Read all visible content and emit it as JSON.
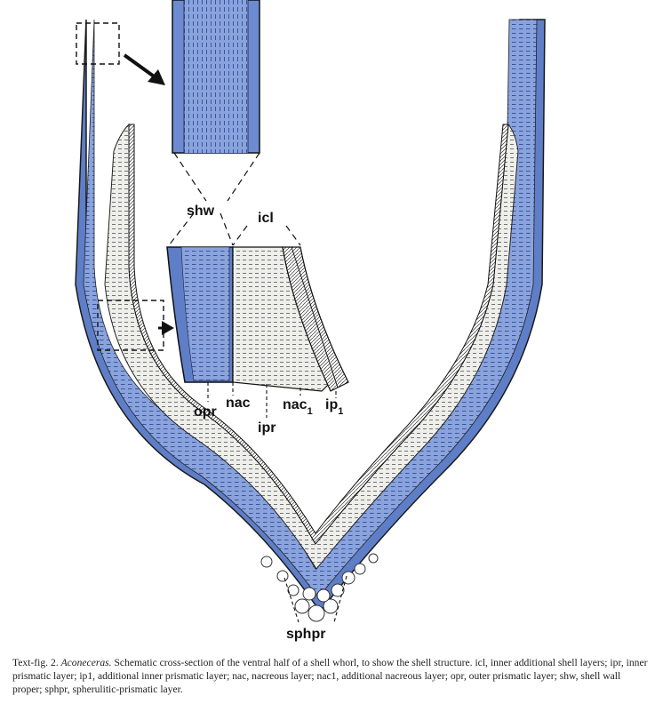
{
  "labels": {
    "shw": "shw",
    "icl": "icl",
    "opr": "opr",
    "nac": "nac",
    "ipr": "ipr",
    "nac1_main": "nac",
    "nac1_sub": "1",
    "ip1_main": "ip",
    "ip1_sub": "1",
    "sphpr": "sphpr"
  },
  "caption": {
    "prefix": "Text-fig. 2.",
    "genus": "Aconeceras.",
    "body": "Schematic cross-section of the ventral half of a shell whorl, to show the shell structure. icl, inner additional shell layers; ipr, inner prismatic layer; ip1, additional inner prismatic layer; nac, nacreous layer; nac1, additional nacreous layer; opr, outer prismatic layer; shw, shell wall proper; sphpr, spherulitic-prismatic layer."
  },
  "colors": {
    "shell_wall": "#7f99d6",
    "shell_wall_dark": "#3e5aa8",
    "nacre": "#e9e9e6",
    "ink": "#1a1a1a"
  },
  "icons": {
    "arrow_top": "arrow-right-down",
    "arrow_mid": "arrow-right"
  }
}
